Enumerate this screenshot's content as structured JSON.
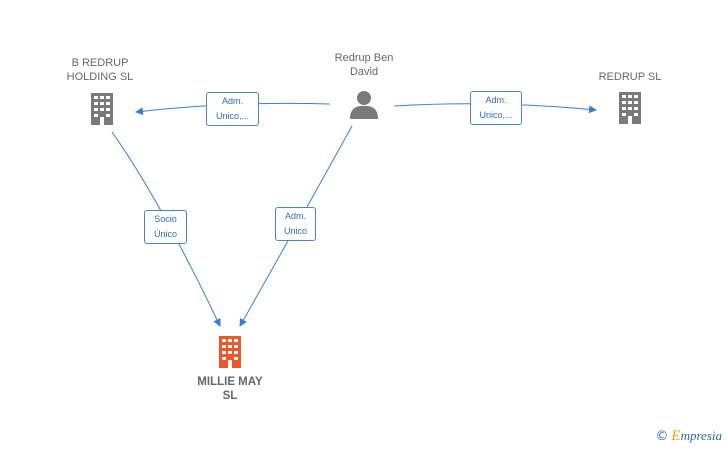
{
  "colors": {
    "edge": "#3a7fd0",
    "company": "#7a7a7a",
    "person": "#7a7a7a",
    "focus": "#f0562a"
  },
  "nodes": {
    "b_redrup": {
      "line1": "B REDRUP",
      "line2": "HOLDING  SL",
      "icon": "building-icon"
    },
    "redrup_ben": {
      "line1": "Redrup Ben",
      "line2": "David",
      "icon": "person-icon"
    },
    "redrup_sl": {
      "line1": "REDRUP  SL",
      "icon": "building-icon"
    },
    "millie": {
      "line1": "MILLIE MAY",
      "line2": "SL",
      "icon": "building-icon"
    }
  },
  "edges": {
    "e1": {
      "line1": "Adm.",
      "line2": "Unico,..."
    },
    "e2": {
      "line1": "Adm.",
      "line2": "Unico,..."
    },
    "e3": {
      "line1": "Socio",
      "line2": "Único"
    },
    "e4": {
      "line1": "Adm.",
      "line2": "Unico"
    }
  },
  "brand": {
    "symbol": "©",
    "initial": "E",
    "rest": "mpresia"
  }
}
